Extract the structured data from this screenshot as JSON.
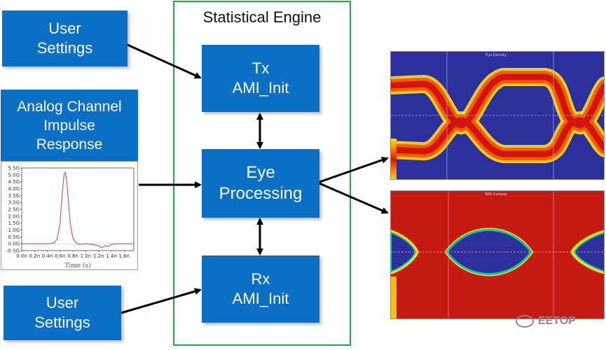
{
  "engine": {
    "title": "Statistical Engine"
  },
  "blocks": {
    "user_settings_top": "User\nSettings",
    "tx": "Tx\nAMI_Init",
    "eye_processing": "Eye\nProcessing",
    "rx": "Rx\nAMI_Init",
    "user_settings_bottom": "User\nSettings",
    "analog_channel": "Analog Channel\nImpulse\nResponse"
  },
  "colors": {
    "block_fill": "#0b6fc6",
    "engine_border": "#22a84a",
    "arrow": "#000000",
    "eye_background_top": "#2c2f9c",
    "eye_background_bottom": "#c41a12"
  },
  "chart_data": {
    "type": "line",
    "xlabel": "Time (s)",
    "ylabel": "",
    "x_ticks": [
      "0.0n",
      "0.2n",
      "0.4n",
      "0.6n",
      "0.8n",
      "1.0n",
      "1.2n",
      "1.4n",
      "1.6n"
    ],
    "y_ticks": [
      "5.5G",
      "5.0G",
      "4.5G",
      "4.0G",
      "3.5G",
      "3.0G",
      "2.5G",
      "2.0G",
      "1.5G",
      "1.0G",
      "0.5G",
      "0.0G",
      "-0.5G"
    ],
    "xlim": [
      0,
      1.75
    ],
    "ylim": [
      -0.5,
      5.5
    ],
    "series": [
      {
        "x": [
          0.0,
          0.2,
          0.4,
          0.5,
          0.55,
          0.6,
          0.63,
          0.66,
          0.68,
          0.7,
          0.73,
          0.76,
          0.8,
          0.85,
          0.9,
          1.0,
          1.1,
          1.2,
          1.25,
          1.3,
          1.35,
          1.4,
          1.5,
          1.6,
          1.75
        ],
        "y": [
          0.0,
          0.0,
          0.0,
          0.05,
          0.3,
          1.5,
          3.5,
          5.0,
          5.2,
          4.7,
          3.0,
          1.4,
          0.4,
          0.05,
          -0.05,
          0.0,
          -0.05,
          -0.15,
          -0.3,
          -0.15,
          -0.2,
          -0.05,
          0.0,
          0.0,
          0.0
        ]
      }
    ]
  },
  "eye_plots": {
    "top_title": "Eye Density",
    "bottom_title": "BER Contour"
  },
  "watermark": {
    "text": "EETOP"
  }
}
